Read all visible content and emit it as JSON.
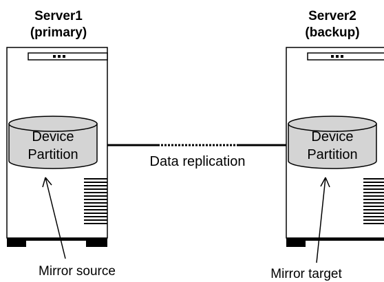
{
  "servers": [
    {
      "name": "Server1",
      "role": "(primary)",
      "partition_line1": "Device",
      "partition_line2": "Partition",
      "caption": "Mirror source"
    },
    {
      "name": "Server2",
      "role": "(backup)",
      "partition_line1": "Device",
      "partition_line2": "Partition",
      "caption": "Mirror target"
    }
  ],
  "link": {
    "label": "Data replication"
  },
  "colors": {
    "line": "#000000",
    "disk_fill": "#d4d4d4",
    "background": "#ffffff"
  },
  "icons": [
    "server-tower-icon",
    "disk-cylinder-icon",
    "arrow-icon"
  ]
}
